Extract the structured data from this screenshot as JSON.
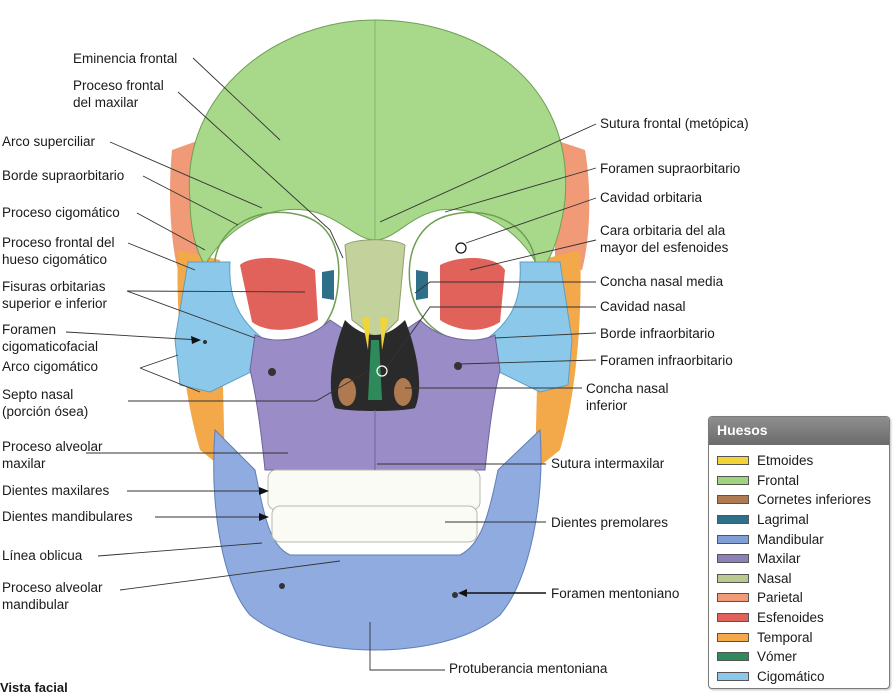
{
  "labels_left": [
    "Eminencia frontal",
    "Proceso frontal\ndel maxilar",
    "Arco superciliar",
    "Borde supraorbitario",
    "Proceso cigomático",
    "Proceso frontal del\nhueso cigomático",
    "Fisuras orbitarias\nsuperior e inferior",
    "Foramen\ncigomaticofacial",
    "Arco cigomático",
    "Septo nasal\n(porción ósea)",
    "Proceso alveolar\nmaxilar",
    "Dientes maxilares",
    "Dientes mandibulares",
    "Línea oblicua",
    "Proceso alveolar\nmandibular"
  ],
  "labels_right": [
    "Sutura frontal (metópica)",
    "Foramen supraorbitario",
    "Cavidad orbitaria",
    "Cara orbitaria del ala\nmayor del esfenoides",
    "Concha nasal media",
    "Cavidad nasal",
    "Borde infraorbitario",
    "Foramen infraorbitario",
    "Concha nasal\ninferior",
    "Sutura intermaxilar",
    "Dientes premolares",
    "Foramen mentoniano",
    "Protuberancia mentoniana"
  ],
  "view_title": "Vista facial",
  "legend": {
    "title": "Huesos",
    "items": [
      {
        "name": "Etmoides",
        "color": "#f0d43a"
      },
      {
        "name": "Frontal",
        "color": "#9fd37e"
      },
      {
        "name": "Cornetes inferiores",
        "color": "#b07a50"
      },
      {
        "name": "Lagrimal",
        "color": "#2e6f8a"
      },
      {
        "name": "Mandibular",
        "color": "#7f9fd6"
      },
      {
        "name": "Maxilar",
        "color": "#8d7fb8"
      },
      {
        "name": "Nasal",
        "color": "#b9c98f"
      },
      {
        "name": "Parietal",
        "color": "#f09a78"
      },
      {
        "name": "Esfenoides",
        "color": "#e0625a"
      },
      {
        "name": "Temporal",
        "color": "#f3a84a"
      },
      {
        "name": "Vómer",
        "color": "#2e8a5a"
      },
      {
        "name": "Cigomático",
        "color": "#8cc8ea"
      }
    ]
  }
}
